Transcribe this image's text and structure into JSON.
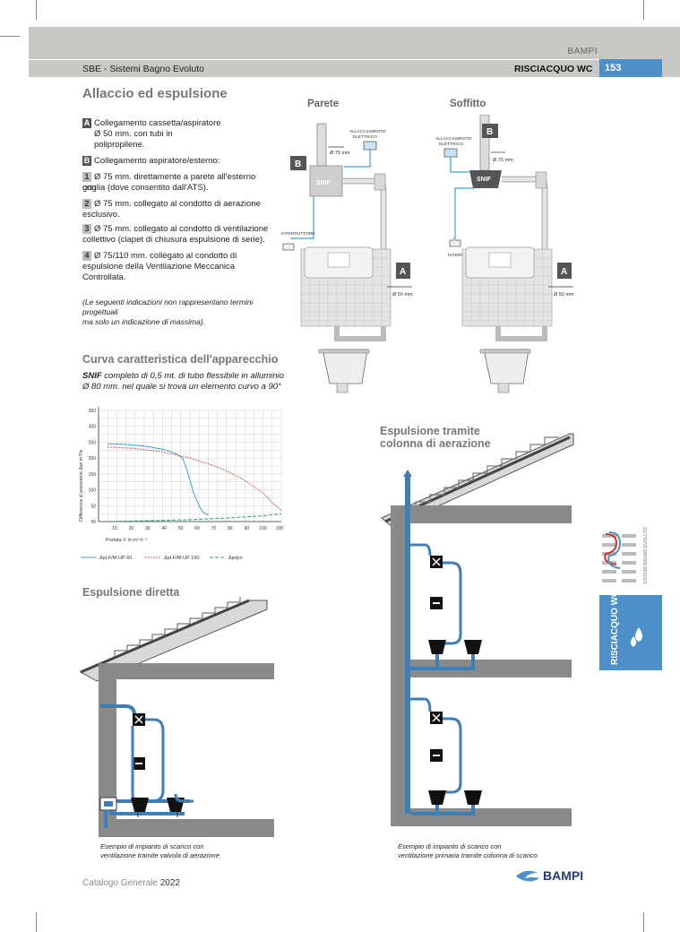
{
  "header": {
    "brand": "BAMPI",
    "section_left": "SBE - Sistemi Bagno Evoluto",
    "section_right": "RISCIACQUO WC",
    "page_number": "153"
  },
  "main": {
    "title": "Allaccio ed espulsione",
    "items": [
      {
        "tag": "A",
        "text": "Collegamento cassetta/aspiratore"
      },
      {
        "tag": "",
        "text": "Ø 50 mm. con tubi in"
      },
      {
        "tag": "",
        "text": "polipropilene."
      },
      {
        "tag": "B",
        "text": "Collegamento aspiratore/esterno:"
      },
      {
        "tag": "1",
        "text": "Ø 75 mm. direttamente a parete all'esterno con"
      },
      {
        "tag": "",
        "text": "griglia (dove consentito dall'ATS)."
      },
      {
        "tag": "2",
        "text": "Ø 75 mm. collegato al condotto di aerazione"
      },
      {
        "tag": "",
        "text": "esclusivo."
      },
      {
        "tag": "3",
        "text": "Ø 75 mm. collegato al condotto di ventilazione"
      },
      {
        "tag": "",
        "text": "collettivo (clapet di chiusura espulsione di serie)."
      },
      {
        "tag": "4",
        "text": "Ø 75/110 mm. collegato al condotto di"
      },
      {
        "tag": "",
        "text": "espulsione della Ventilazione Meccanica"
      },
      {
        "tag": "",
        "text": "Controllata."
      }
    ],
    "note_1": "(Le seguenti indicazioni non rappresentano termini  progettuali",
    "note_2": "ma solo un indicazione di massima).",
    "curve_title": "Curva caratteristica dell'apparecchio",
    "curve_sub_1": "SNIF completo di 0,5 mt. di tubo flessibile in alluminio",
    "curve_sub_2": "Ø 80 mm. nel quale si trova un elemento curvo a 90°",
    "direct_title": "Espulsione diretta",
    "column_title_1": "Espulsione tramite",
    "column_title_2": "colonna di aerazione",
    "caption_left_1": "Esempio di impianto di scarico con",
    "caption_left_2": "ventilazione tramite valvola di aerazione",
    "caption_right_1": "Esempio di impianto di scarico con",
    "caption_right_2": "ventilazione primaria tramite colonna di scarico"
  },
  "diagrams": {
    "parete": "Parete",
    "soffitto": "Soffitto",
    "snif": "SNIF",
    "allacciamento_1": "ALLACCIAMENTO",
    "allacciamento_2": "ELETTRICO",
    "interruttore": "INTERRUTTORE",
    "d75": "Ø 75 mm",
    "d50": "Ø 50 mm",
    "tag_a": "A",
    "tag_b": "B"
  },
  "sidebar": {
    "logo_text": "SISTEMI BAGNO EVOLUTO",
    "tab_label": "RISCIACQUO WC"
  },
  "footer": {
    "catalog": "Catalogo Generale",
    "year": "2022",
    "logo": "BAMPI"
  },
  "colors": {
    "accent": "#4d8fc9",
    "header_gray": "#c9c8c4",
    "pipe_blue": "#3f7fb5",
    "curve_red": "#d0312d",
    "curve_green": "#2e9e6e"
  },
  "chart_data": {
    "type": "line",
    "ylabel": "Differenza di pressione Δpt in Pa",
    "xlabel": "Portata V in m³·h⁻¹",
    "x_ticks": [
      "10",
      "20",
      "30",
      "40",
      "50",
      "60",
      "70",
      "80",
      "90",
      "100",
      "100"
    ],
    "y_ticks": [
      "00",
      "50",
      "100",
      "150",
      "200",
      "250",
      "300",
      "350"
    ],
    "xlim": [
      0,
      100
    ],
    "ylim": [
      0,
      350
    ],
    "grid": true,
    "legend_position": "bottom",
    "series": [
      {
        "name": "Δpt F/M-UP 60",
        "style": "solid",
        "color": "#3aa0d8",
        "x": [
          5,
          15,
          25,
          35,
          42,
          46,
          48,
          50,
          52,
          55,
          57,
          60
        ],
        "y": [
          245,
          243,
          238,
          228,
          215,
          200,
          170,
          130,
          90,
          50,
          30,
          20
        ]
      },
      {
        "name": "Δpt F/M-UP 100",
        "style": "dotted",
        "color": "#d0312d",
        "x": [
          5,
          20,
          35,
          50,
          60,
          70,
          80,
          90,
          95,
          100
        ],
        "y": [
          235,
          230,
          220,
          200,
          182,
          160,
          130,
          90,
          60,
          35
        ]
      },
      {
        "name": "Δpdyn",
        "style": "dashed",
        "color": "#2e9e6e",
        "x": [
          5,
          30,
          50,
          70,
          90,
          100
        ],
        "y": [
          0,
          3,
          6,
          11,
          18,
          24
        ]
      }
    ]
  }
}
